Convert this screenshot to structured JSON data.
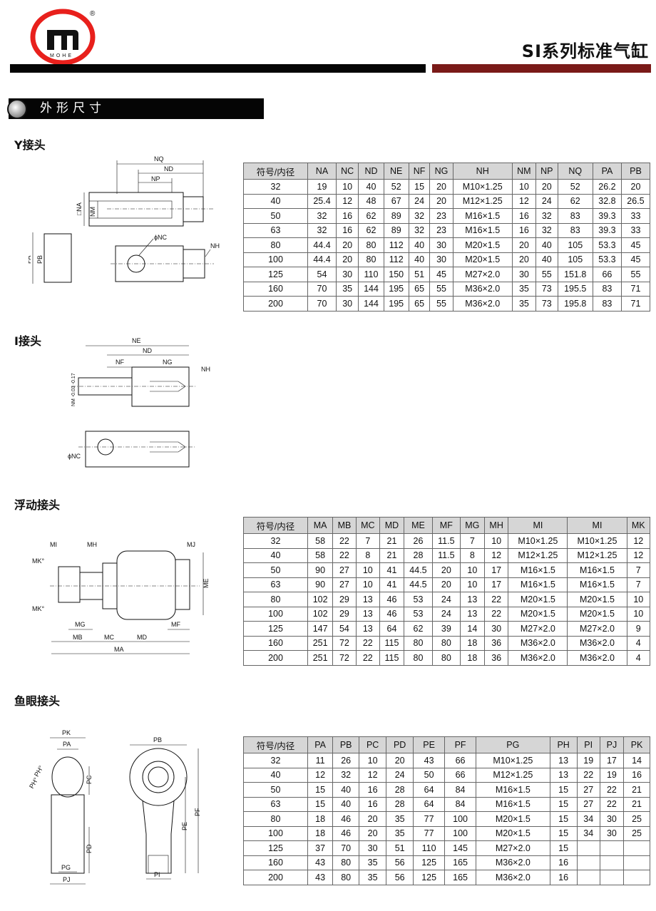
{
  "header": {
    "brand": "MOHE",
    "registered": "®",
    "title": "SI系列标准气缸"
  },
  "section": {
    "title": "外形尺寸"
  },
  "y_joint": {
    "heading": "Y接头",
    "labels": {
      "NQ": "NQ",
      "ND": "ND",
      "NP": "NP",
      "NA": "□NA",
      "NM": "NM",
      "NC": "ϕNC",
      "NH": "NH",
      "PA": "PA",
      "PB": "PB"
    },
    "headers": [
      "符号/内径",
      "NA",
      "NC",
      "ND",
      "NE",
      "NF",
      "NG",
      "NH",
      "NM",
      "NP",
      "NQ",
      "PA",
      "PB"
    ],
    "rows": [
      [
        "32",
        "19",
        "10",
        "40",
        "52",
        "15",
        "20",
        "M10×1.25",
        "10",
        "20",
        "52",
        "26.2",
        "20"
      ],
      [
        "40",
        "25.4",
        "12",
        "48",
        "67",
        "24",
        "20",
        "M12×1.25",
        "12",
        "24",
        "62",
        "32.8",
        "26.5"
      ],
      [
        "50",
        "32",
        "16",
        "62",
        "89",
        "32",
        "23",
        "M16×1.5",
        "16",
        "32",
        "83",
        "39.3",
        "33"
      ],
      [
        "63",
        "32",
        "16",
        "62",
        "89",
        "32",
        "23",
        "M16×1.5",
        "16",
        "32",
        "83",
        "39.3",
        "33"
      ],
      [
        "80",
        "44.4",
        "20",
        "80",
        "112",
        "40",
        "30",
        "M20×1.5",
        "20",
        "40",
        "105",
        "53.3",
        "45"
      ],
      [
        "100",
        "44.4",
        "20",
        "80",
        "112",
        "40",
        "30",
        "M20×1.5",
        "20",
        "40",
        "105",
        "53.3",
        "45"
      ],
      [
        "125",
        "54",
        "30",
        "110",
        "150",
        "51",
        "45",
        "M27×2.0",
        "30",
        "55",
        "151.8",
        "66",
        "55"
      ],
      [
        "160",
        "70",
        "35",
        "144",
        "195",
        "65",
        "55",
        "M36×2.0",
        "35",
        "73",
        "195.5",
        "83",
        "71"
      ],
      [
        "200",
        "70",
        "30",
        "144",
        "195",
        "65",
        "55",
        "M36×2.0",
        "35",
        "73",
        "195.8",
        "83",
        "71"
      ]
    ]
  },
  "i_joint": {
    "heading": "I接头",
    "labels": {
      "NE": "NE",
      "ND": "ND",
      "NF": "NF",
      "NG": "NG",
      "NH": "NH",
      "NM": "NM -0.03 -0.17",
      "NC": "ϕNC"
    }
  },
  "float_joint": {
    "heading": "浮动接头",
    "labels": {
      "MI": "MI",
      "MH": "MH",
      "MJ": "MJ",
      "MK1": "MK°",
      "MK2": "MK°",
      "ME": "ME",
      "MG": "MG",
      "MF": "MF",
      "MB": "MB",
      "MC": "MC",
      "MD": "MD",
      "MA": "MA"
    },
    "headers": [
      "符号/内径",
      "MA",
      "MB",
      "MC",
      "MD",
      "ME",
      "MF",
      "MG",
      "MH",
      "MI",
      "MI",
      "MK"
    ],
    "rows": [
      [
        "32",
        "58",
        "22",
        "7",
        "21",
        "26",
        "11.5",
        "7",
        "10",
        "M10×1.25",
        "M10×1.25",
        "12"
      ],
      [
        "40",
        "58",
        "22",
        "8",
        "21",
        "28",
        "11.5",
        "8",
        "12",
        "M12×1.25",
        "M12×1.25",
        "12"
      ],
      [
        "50",
        "90",
        "27",
        "10",
        "41",
        "44.5",
        "20",
        "10",
        "17",
        "M16×1.5",
        "M16×1.5",
        "7"
      ],
      [
        "63",
        "90",
        "27",
        "10",
        "41",
        "44.5",
        "20",
        "10",
        "17",
        "M16×1.5",
        "M16×1.5",
        "7"
      ],
      [
        "80",
        "102",
        "29",
        "13",
        "46",
        "53",
        "24",
        "13",
        "22",
        "M20×1.5",
        "M20×1.5",
        "10"
      ],
      [
        "100",
        "102",
        "29",
        "13",
        "46",
        "53",
        "24",
        "13",
        "22",
        "M20×1.5",
        "M20×1.5",
        "10"
      ],
      [
        "125",
        "147",
        "54",
        "13",
        "64",
        "62",
        "39",
        "14",
        "30",
        "M27×2.0",
        "M27×2.0",
        "9"
      ],
      [
        "160",
        "251",
        "72",
        "22",
        "115",
        "80",
        "80",
        "18",
        "36",
        "M36×2.0",
        "M36×2.0",
        "4"
      ],
      [
        "200",
        "251",
        "72",
        "22",
        "115",
        "80",
        "80",
        "18",
        "36",
        "M36×2.0",
        "M36×2.0",
        "4"
      ]
    ]
  },
  "fisheye_joint": {
    "heading": "鱼眼接头",
    "labels": {
      "PK": "PK",
      "PA": "PA",
      "PH1": "PH°",
      "PH2": "PH°",
      "PC": "PC",
      "PD": "PD",
      "PG": "PG",
      "PJ": "PJ",
      "PB": "PB",
      "PE": "PE",
      "PF": "PF",
      "PI": "PI"
    },
    "headers": [
      "符号/内径",
      "PA",
      "PB",
      "PC",
      "PD",
      "PE",
      "PF",
      "PG",
      "PH",
      "PI",
      "PJ",
      "PK"
    ],
    "rows": [
      [
        "32",
        "11",
        "26",
        "10",
        "20",
        "43",
        "66",
        "M10×1.25",
        "13",
        "19",
        "17",
        "14"
      ],
      [
        "40",
        "12",
        "32",
        "12",
        "24",
        "50",
        "66",
        "M12×1.25",
        "13",
        "22",
        "19",
        "16"
      ],
      [
        "50",
        "15",
        "40",
        "16",
        "28",
        "64",
        "84",
        "M16×1.5",
        "15",
        "27",
        "22",
        "21"
      ],
      [
        "63",
        "15",
        "40",
        "16",
        "28",
        "64",
        "84",
        "M16×1.5",
        "15",
        "27",
        "22",
        "21"
      ],
      [
        "80",
        "18",
        "46",
        "20",
        "35",
        "77",
        "100",
        "M20×1.5",
        "15",
        "34",
        "30",
        "25"
      ],
      [
        "100",
        "18",
        "46",
        "20",
        "35",
        "77",
        "100",
        "M20×1.5",
        "15",
        "34",
        "30",
        "25"
      ],
      [
        "125",
        "37",
        "70",
        "30",
        "51",
        "110",
        "145",
        "M27×2.0",
        "15",
        "",
        "",
        ""
      ],
      [
        "160",
        "43",
        "80",
        "35",
        "56",
        "125",
        "165",
        "M36×2.0",
        "16",
        "",
        "",
        ""
      ],
      [
        "200",
        "43",
        "80",
        "35",
        "56",
        "125",
        "165",
        "M36×2.0",
        "16",
        "",
        "",
        ""
      ]
    ]
  },
  "colors": {
    "brand_red": "#e8201c",
    "accent_bar": "#7a1a18"
  }
}
